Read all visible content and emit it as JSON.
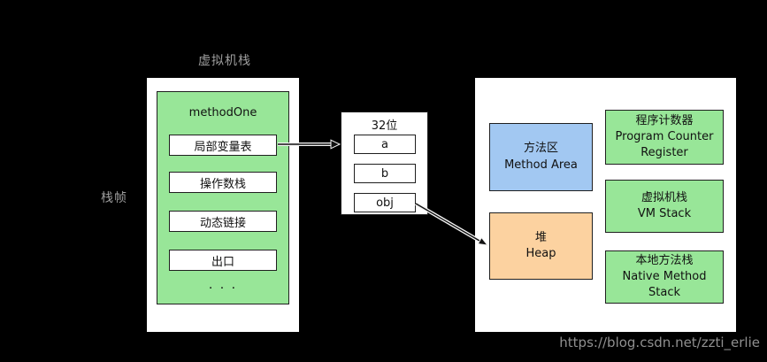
{
  "colors": {
    "background": "#000000",
    "panel": "#ffffff",
    "green": "#98e698",
    "blue": "#a2c8f2",
    "orange": "#fcd2a0",
    "outside_text": "#9e9e9e",
    "watermark": "#8f8f8f"
  },
  "left": {
    "title": "虚拟机栈",
    "side_label": "栈帧",
    "frame": {
      "title": "methodOne",
      "items": [
        "局部变量表",
        "操作数栈",
        "动态链接",
        "出口"
      ],
      "ellipsis": ". . ."
    }
  },
  "middle": {
    "title": "32位",
    "slots": [
      "a",
      "b",
      "obj"
    ]
  },
  "right": {
    "method_area": {
      "cn": "方法区",
      "en": "Method Area"
    },
    "heap": {
      "cn": "堆",
      "en": "Heap"
    },
    "pc": {
      "cn": "程序计数器",
      "en": "Program Counter Register"
    },
    "vm_stack": {
      "cn": "虚拟机栈",
      "en": "VM Stack"
    },
    "native": {
      "cn": "本地方法栈",
      "en": "Native Method Stack"
    }
  },
  "watermark": "https://blog.csdn.net/zzti_erlie"
}
